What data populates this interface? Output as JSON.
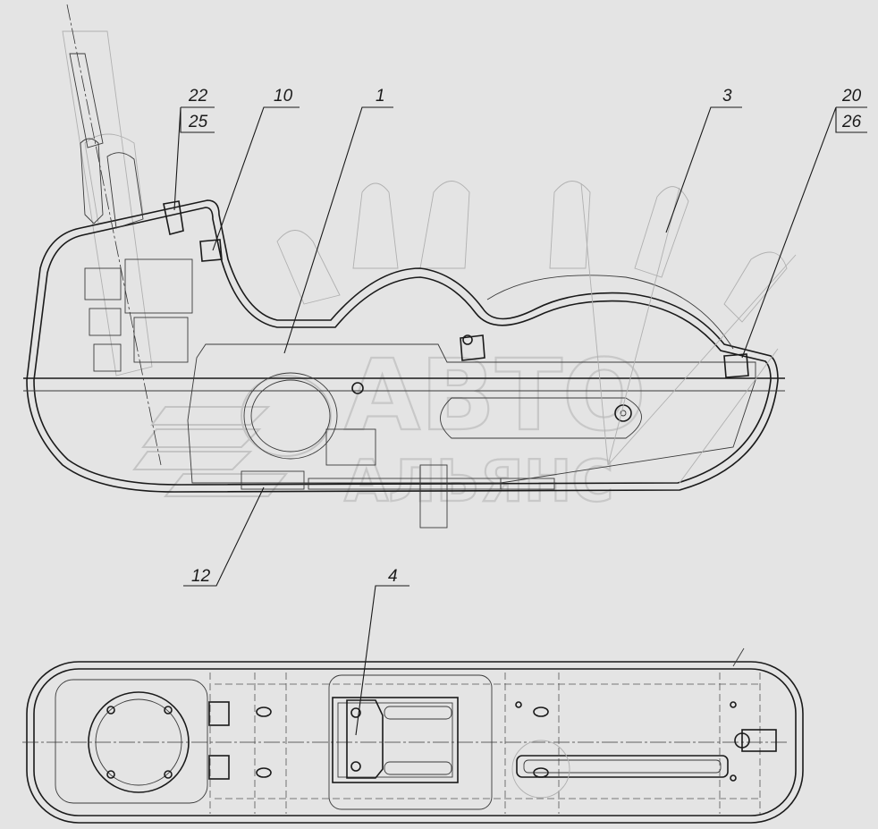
{
  "watermark": {
    "line1": "АВТО",
    "line2": "АЛЬЯНС"
  },
  "callouts": {
    "c22": "22",
    "c25": "25",
    "c10": "10",
    "c1": "1",
    "c3": "3",
    "c20": "20",
    "c26": "26",
    "c12": "12",
    "c4": "4"
  }
}
